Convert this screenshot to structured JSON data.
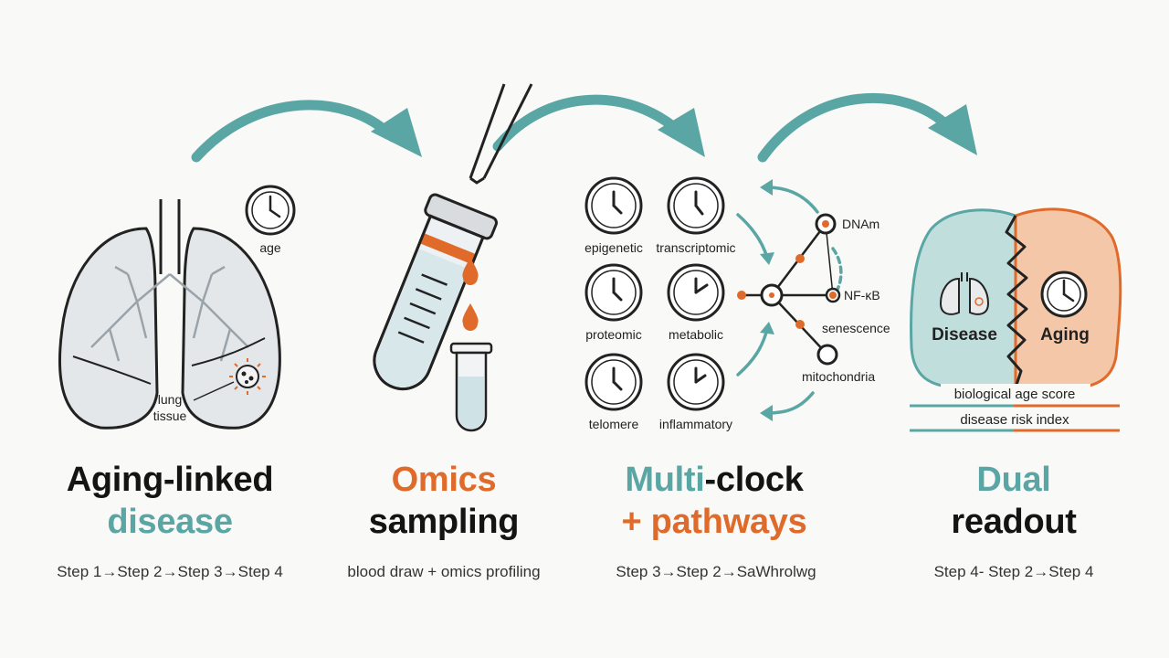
{
  "colors": {
    "teal": "#5aa6a4",
    "orange": "#e06a2a",
    "ink": "#222222",
    "teal_fill": "#bfdedc",
    "orange_fill": "#f4c7a8"
  },
  "panel1": {
    "title_line1": "Aging-linked",
    "title_line2": "disease",
    "caption": "Step 1→Step 2→Step 3→Step 4",
    "labels": {
      "age": "age",
      "tissue_line1": "lung",
      "tissue_line2": "tissue"
    }
  },
  "panel2": {
    "title_line1": "Omics",
    "title_line2": "sampling",
    "caption": "blood draw + omics profiling"
  },
  "panel3": {
    "title_line1": "Multi-clock",
    "title_line2": "+ pathways",
    "caption": "Step 3→Step 2→SaWhrolwg",
    "clocks": [
      "epigenetic",
      "transcriptomic",
      "proteomic",
      "metabolic",
      "telomere",
      "inflammatory"
    ],
    "network_nodes": [
      "DNAm",
      "NF-κB",
      "senescence",
      "mitochondria"
    ]
  },
  "panel4": {
    "title_line1": "Dual",
    "title_line2": "readout",
    "caption": "Step 4- Step 2→Step 4",
    "left_label": "Disease",
    "right_label": "Aging",
    "bar1": "biological age score",
    "bar2": "disease risk index"
  }
}
